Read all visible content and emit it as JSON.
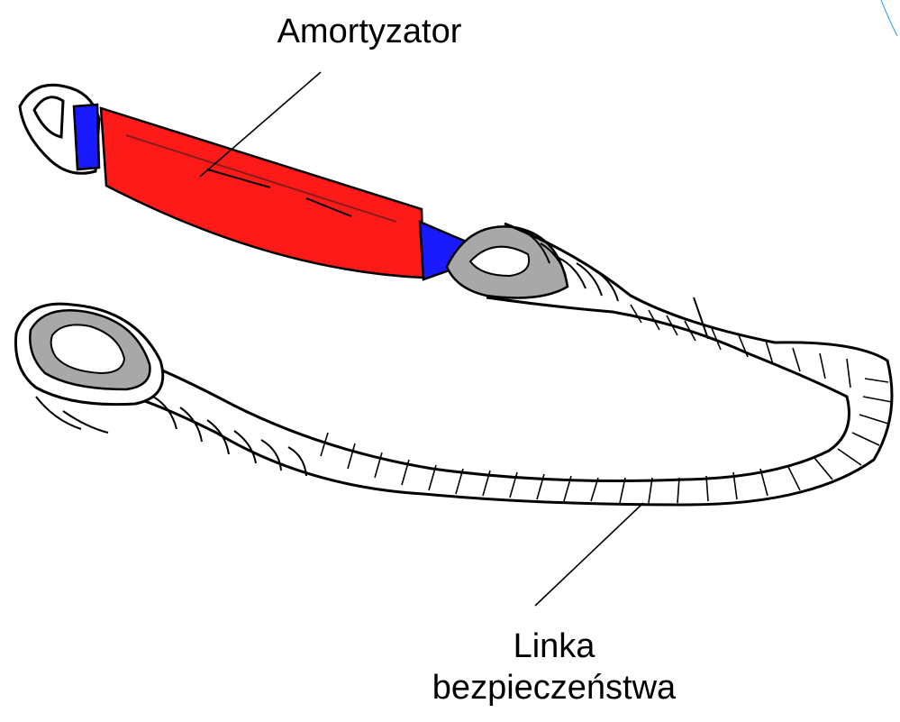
{
  "labels": {
    "shock_absorber": "Amortyzator",
    "lanyard_line1": "Linka",
    "lanyard_line2": "bezpieczeństwa"
  },
  "colors": {
    "absorber": "#ff1a1a",
    "connector": "#1a1aff",
    "thimble": "#a8a8a8",
    "rope": "#ffffff",
    "outline": "#000000"
  }
}
